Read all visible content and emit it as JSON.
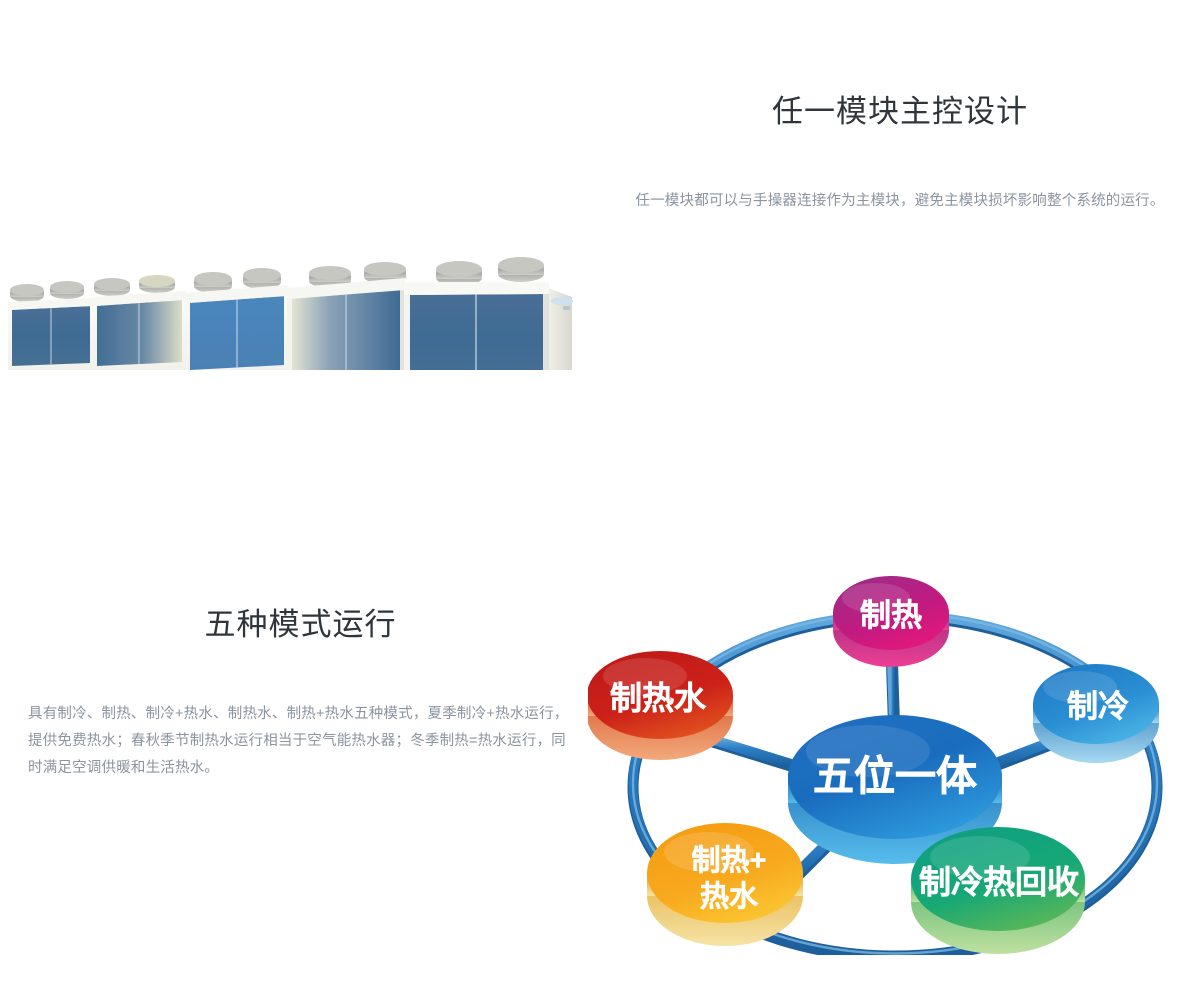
{
  "sections": [
    {
      "id": "master-control",
      "heading": "任一模块主控设计",
      "body": "任一模块都可以与手操器连接作为主模块，避免主模块损坏影响整个系统的运行。",
      "image_alt": "模块化风冷热泵机组产品照片"
    },
    {
      "id": "five-modes",
      "heading": "五种模式运行",
      "body": "具有制冷、制热、制冷+热水、制热水、制热+热水五种模式，夏季制冷+热水运行，提供免费热水；春秋季节制热水运行相当于空气能热水器；冬季制热=热水运行，同时满足空调供暖和生活热水。"
    }
  ],
  "diagram": {
    "type": "hub-and-spoke",
    "center": {
      "label": "五位一体",
      "color_top": "#1f74c6",
      "color_bottom": "#2fa8e8"
    },
    "nodes": [
      {
        "id": "heating",
        "label": "制热",
        "color_top": "#a72a7f",
        "color_bottom": "#e6147e",
        "position": "top"
      },
      {
        "id": "cooling",
        "label": "制冷",
        "color_top": "#1f7dc8",
        "color_bottom": "#41b0e6",
        "position": "right"
      },
      {
        "id": "cool-heat-recovery",
        "label": "制冷热回收",
        "color_top": "#12a37e",
        "color_bottom": "#7dc242",
        "position": "bottom-right"
      },
      {
        "id": "heating-hot-water",
        "label": "制热+\n热水",
        "label_line1": "制热+",
        "label_line2": "热水",
        "color_top": "#f7a41d",
        "color_bottom": "#f5c842",
        "position": "bottom-left"
      },
      {
        "id": "hot-water",
        "label": "制热水",
        "color_top": "#c8201c",
        "color_bottom": "#e8642a",
        "position": "left"
      }
    ],
    "ring_color": "#2b7fc4",
    "spoke_color": "#2b7fc4"
  },
  "colors": {
    "heading": "#30353c",
    "body_text": "#8b949f",
    "background": "#ffffff"
  }
}
